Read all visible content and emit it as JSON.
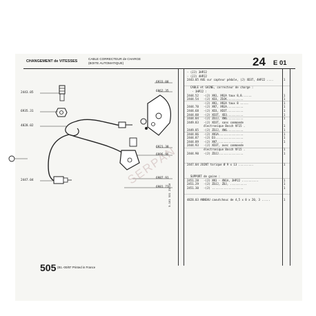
{
  "header": {
    "title": "CHANGEMENT de VITESSES",
    "subtitle_line1": "CABLE CORRECTEUR de CHARGE",
    "subtitle_line2": "(BOITE AUTOMATIQUE)",
    "page_number": "24",
    "page_ref": "E 01"
  },
  "diagram": {
    "part_labels_left": [
      "2443.05",
      "6935.31",
      "4828.02",
      "2447.04"
    ],
    "part_labels_right": [
      "6933.08",
      "6862.35",
      "6921.38",
      "6986.96",
      "6987.91",
      "6981.73"
    ]
  },
  "side_code": "5.101 531 21010",
  "watermark": "SERPAN",
  "parts_list": {
    "lines": [
      {
        "text": "- (JJ) 3HP22",
        "qty": ""
      },
      {
        "text": "- (JJ) 4HP22",
        "qty": ""
      },
      {
        "text": "2443.05 AXE sur capteur pédale, (J) XD3T, 4HP22 ....",
        "qty": "1"
      },
      {
        "text": "",
        "qty": ""
      },
      {
        "text": "  CABLE et GAINE, correcteur de charge :",
        "qty": ""
      },
      {
        "text": "   - 3HP22 :",
        "qty": ""
      },
      {
        "text": "2444.52   -(J) XN1, XN1A taux 8,8......",
        "qty": "1"
      },
      {
        "text": "2444.54   -(J) XD3, ZDJK..........",
        "qty": "1"
      },
      {
        "text": "          -(J) XN1, XN1A taux 8 .....",
        "qty": "1"
      },
      {
        "text": "2444.70   -(J) XN7, XN1A..........",
        "qty": "1"
      },
      {
        "text": "2444.68   -(J) XD3, XD3T..........",
        "qty": "1"
      },
      {
        "text": "2444.88   -(J) XD3T, XD3..........",
        "qty": "1"
      },
      {
        "text": "2444.84   -(J) ZDJJ, XN6..........",
        "qty": "1"
      },
      {
        "text": "2449.83   -(J) XD3T, sans commande",
        "qty": ""
      },
      {
        "text": "          électronique Bosch VF15 .",
        "qty": "1"
      },
      {
        "text": "2449.85   -(J) ZDJJ, XN6..........",
        "qty": "1"
      },
      {
        "text": "2444.86   -(J) XN1A...............",
        "qty": "1"
      },
      {
        "text": "2444.87   -(J) D3.................",
        "qty": "1"
      },
      {
        "text": "2444.89   -(J) XN7................",
        "qty": "1"
      },
      {
        "text": "2444.93   -(J) XD3T, avec commande",
        "qty": ""
      },
      {
        "text": "          électronique Bosch VF15 .",
        "qty": "1"
      },
      {
        "text": "2444.90   -(J) ZDJJ...............",
        "qty": "1"
      },
      {
        "text": "",
        "qty": ""
      },
      {
        "text": "",
        "qty": ""
      },
      {
        "text": "2447.04 JOINT torique Ø 9 x 13 .........",
        "qty": "1"
      },
      {
        "text": "",
        "qty": ""
      },
      {
        "text": "",
        "qty": ""
      },
      {
        "text": "  SUPPORT de gaine :",
        "qty": ""
      },
      {
        "text": "2451.28   -(J) XN1 - XN1A, 3HP22 ..........",
        "qty": "1"
      },
      {
        "text": "2451.29   -(J) ZDJJ, ZDJ, ..........",
        "qty": "1"
      },
      {
        "text": "2451.30   -(J) ...................",
        "qty": "1"
      },
      {
        "text": "",
        "qty": ""
      },
      {
        "text": "",
        "qty": ""
      },
      {
        "text": "4828.03 ANNEAU caoutchouc de 4,5 x 8 x 20, 3 .....",
        "qty": "1"
      }
    ]
  },
  "footer": {
    "catalogue_number": "505",
    "printed_text": "(B1.-00/87 Printed in France"
  }
}
